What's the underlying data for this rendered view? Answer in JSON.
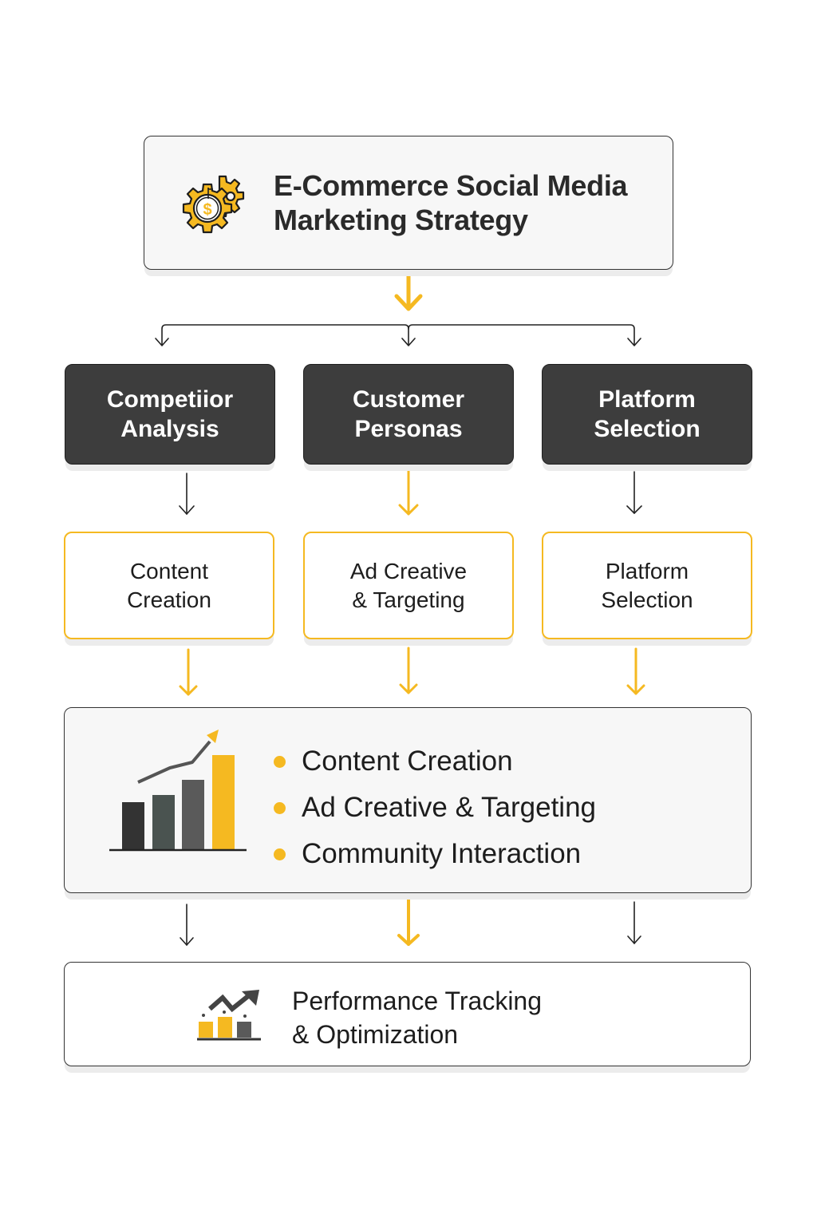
{
  "colors": {
    "accent": "#f5b921",
    "dark_box": "#3d3d3d",
    "line_dark": "#222222",
    "panel_bg": "#f7f7f7"
  },
  "title": {
    "icon": "gear-dollar-icon",
    "text": "E-Commerce Social Media\nMarketing Strategy",
    "line1": "E-Commerce Social Media",
    "line2": "Marketing Strategy"
  },
  "research_steps": [
    {
      "label": "Competiior\nAnalysis"
    },
    {
      "label": "Customer\nPersonas"
    },
    {
      "label": "Platform\nSelection"
    }
  ],
  "execution_steps": [
    {
      "label": "Content\nCreation"
    },
    {
      "label": "Ad Creative\n& Targeting"
    },
    {
      "label": "Platform\nSelection"
    }
  ],
  "summary": {
    "icon": "growth-bar-chart-icon",
    "items": [
      "Content Creation",
      "Ad Creative & Targeting",
      "Community Interaction"
    ]
  },
  "final_step": {
    "icon": "performance-chart-icon",
    "label": "Performance Tracking\n& Optimization"
  }
}
